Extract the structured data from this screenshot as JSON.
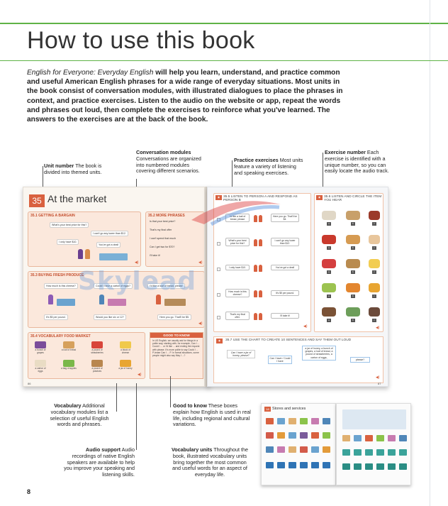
{
  "page": {
    "title": "How to use this book",
    "page_number": "8"
  },
  "intro": {
    "book_title": "English for Everyone: Everyday English",
    "text": " will help you learn, understand, and practice common and useful American English phrases for a wide range of everyday situations. Most units in the book consist of conversation modules, with illustrated dialogues to place the phrases in context, and practice exercises. Listen to the audio on the website or app, repeat the words and phrases out loud, then complete the exercises to reinforce what you've learned. The answers to the exercises are at the back of the book."
  },
  "callouts": {
    "unit_number": {
      "title": "Unit number",
      "text": " The book is divided into themed units."
    },
    "conversation": {
      "title": "Conversation modules",
      "text": " Conversations are organized into numbered modules covering different scenarios."
    },
    "practice": {
      "title": "Practice exercises",
      "text": " Most units feature a variety of listening and speaking exercises."
    },
    "exercise_number": {
      "title": "Exercise number",
      "text": " Each exercise is identified with a unique number, so you can easily locate the audio track."
    },
    "vocabulary": {
      "title": "Vocabulary",
      "text": " Additional vocabulary modules list a selection of useful English words and phrases."
    },
    "good_to_know": {
      "title": "Good to know",
      "text": " These boxes explain how English is used in real life, including regional and cultural variations."
    },
    "audio": {
      "title": "Audio support",
      "text": " Audio recordings of native English speakers are available to help you improve your speaking and listening skills."
    },
    "vocab_units": {
      "title": "Vocabulary units",
      "text": " Throughout the book, illustrated vocabulary units bring together the most common and useful words for an aspect of everyday life."
    }
  },
  "left_page": {
    "unit_num": "35",
    "unit_title": "At the market",
    "m1": {
      "head": "35.1 GETTING A BARGAIN",
      "b1": "What's your best price for this?",
      "b2": "I can't go any lower than $12.",
      "b3": "I only have $10.",
      "b4": "You've got a deal!"
    },
    "m2": {
      "head": "35.2 MORE PHRASES",
      "p1": "Is that your best price?",
      "p2": "That's my final offer",
      "p3": "I can't spend that much",
      "p4": "Can I get two for $70?",
      "p5": "I'll take it!"
    },
    "m3": {
      "head": "35.3 BUYING FRESH PRODUCE",
      "b1": "How much is this cheese?",
      "b2": "Could I have a carton of eggs?",
      "b3": "I'd like a loaf of bread, please",
      "b4": "It's $5 per pound.",
      "b5": "Would you like six or 12?",
      "b6": "Here you go. That'll be $5."
    },
    "m4": {
      "head": "35.4 VOCABULARY FOOD MARKET",
      "items": [
        "a bunch of grapes",
        "a loaf of bread",
        "a pound of strawberries",
        "a block of cheese",
        "a carton of eggs",
        "a bag of apples",
        "a pound of potatoes",
        "a jar of honey"
      ]
    },
    "gtk": {
      "head": "GOOD TO KNOW",
      "body": "In US English, we usually ask for things in a polite way, starting with, for example, Can I ... Could I ... or I'd like ... and ending the request with please. It's more polite to say Could I ... P-lease Can I ... P. In formal situations, some people might also say May I ...?"
    },
    "page_num": "86"
  },
  "right_page": {
    "ex1": {
      "num": "35.5",
      "head": "LISTEN TO PERSON A AND RESPOND AS PERSON B",
      "rows": [
        [
          "I'd like a loaf of bread, please",
          "Here you go. That'll be $4."
        ],
        [
          "What's your best price for this?",
          "I can't go any lower than $12."
        ],
        [
          "I only have $10.",
          "You've got a deal!"
        ],
        [
          "How much is this cheese?",
          "It's $5 per pound."
        ],
        [
          "That's my final offer.",
          "I'll take it!"
        ]
      ]
    },
    "ex2": {
      "num": "35.6",
      "head": "LISTEN AND CIRCLE THE ITEM YOU HEAR"
    },
    "ex3": {
      "num": "35.7",
      "head": "USE THE CHART TO CREATE 10 SENTENCES AND SAY THEM OUT LOUD",
      "example": "Can I have a jar of honey, please?",
      "mid": "Can I have / Could I have",
      "options": "a jar of honey, a bunch of grapes, a loaf of bread, a pound of strawberries, a carton of eggs,",
      "end": "please?"
    },
    "page_num": "87"
  },
  "mini": {
    "num": "18",
    "title": "Stores and services"
  },
  "watermark": "Skylead"
}
